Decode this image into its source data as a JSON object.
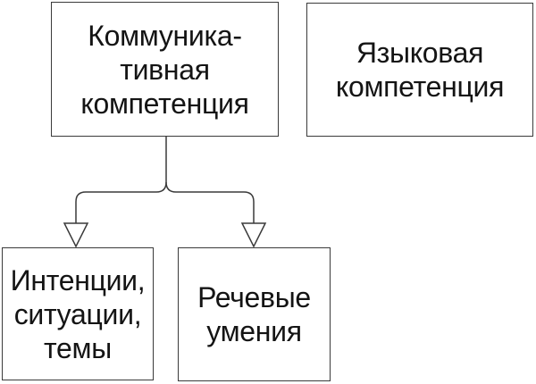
{
  "diagram": {
    "background_color": "#ffffff",
    "line_color": "#3a3a3a",
    "text_color": "#141414",
    "nodes": {
      "communicative": {
        "lines": [
          "Коммуника-",
          "тивная",
          "компетенция"
        ]
      },
      "language": {
        "lines": [
          "Языковая",
          "компетенция"
        ]
      },
      "intentions": {
        "lines": [
          "Интенции,",
          "ситуации,",
          "темы"
        ]
      },
      "speech": {
        "lines": [
          "Речевые",
          "умения"
        ]
      }
    },
    "edges": [
      {
        "from": "communicative",
        "to": "intentions",
        "style": "elbow, open triangle arrowhead down"
      },
      {
        "from": "communicative",
        "to": "speech",
        "style": "elbow, open triangle arrowhead down"
      }
    ]
  }
}
